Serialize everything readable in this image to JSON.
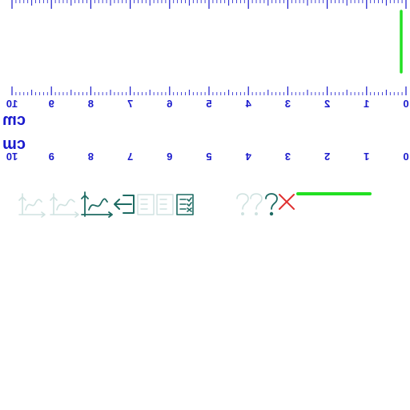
{
  "ruler": {
    "unit_label": "cm",
    "max_cm": 10,
    "subdivisions": 10,
    "tick_color": "#1a1acd",
    "labels": [
      "0",
      "1",
      "2",
      "3",
      "4",
      "5",
      "6",
      "7",
      "8",
      "9",
      "10"
    ],
    "marker_color": "#22e022"
  },
  "toolbar": {
    "icons": [
      {
        "name": "graph-icon-faded-1",
        "icon": "graph-icon",
        "state": "faded"
      },
      {
        "name": "graph-icon-faded-2",
        "icon": "graph-icon",
        "state": "faded"
      },
      {
        "name": "graph-icon",
        "icon": "graph-icon",
        "state": "active"
      },
      {
        "name": "exit-icon",
        "icon": "exit-icon",
        "state": "active"
      },
      {
        "name": "checklist-icon-faded-1",
        "icon": "checklist-icon",
        "state": "faded"
      },
      {
        "name": "checklist-icon-faded-2",
        "icon": "checklist-icon",
        "state": "faded"
      },
      {
        "name": "checklist-icon",
        "icon": "checklist-icon",
        "state": "active"
      },
      {
        "name": "question-icon-faded-1",
        "icon": "question-icon",
        "state": "faded"
      },
      {
        "name": "question-icon-faded-2",
        "icon": "question-icon",
        "state": "faded"
      },
      {
        "name": "question-icon",
        "icon": "question-icon",
        "state": "active"
      },
      {
        "name": "close-icon",
        "icon": "close-icon",
        "state": "active"
      }
    ],
    "icon_color": "#1e6b63",
    "faded_color": "#cfe2e0",
    "close_color": "#e03030",
    "progress_color": "#22e022",
    "progress_fraction": 1.0
  }
}
